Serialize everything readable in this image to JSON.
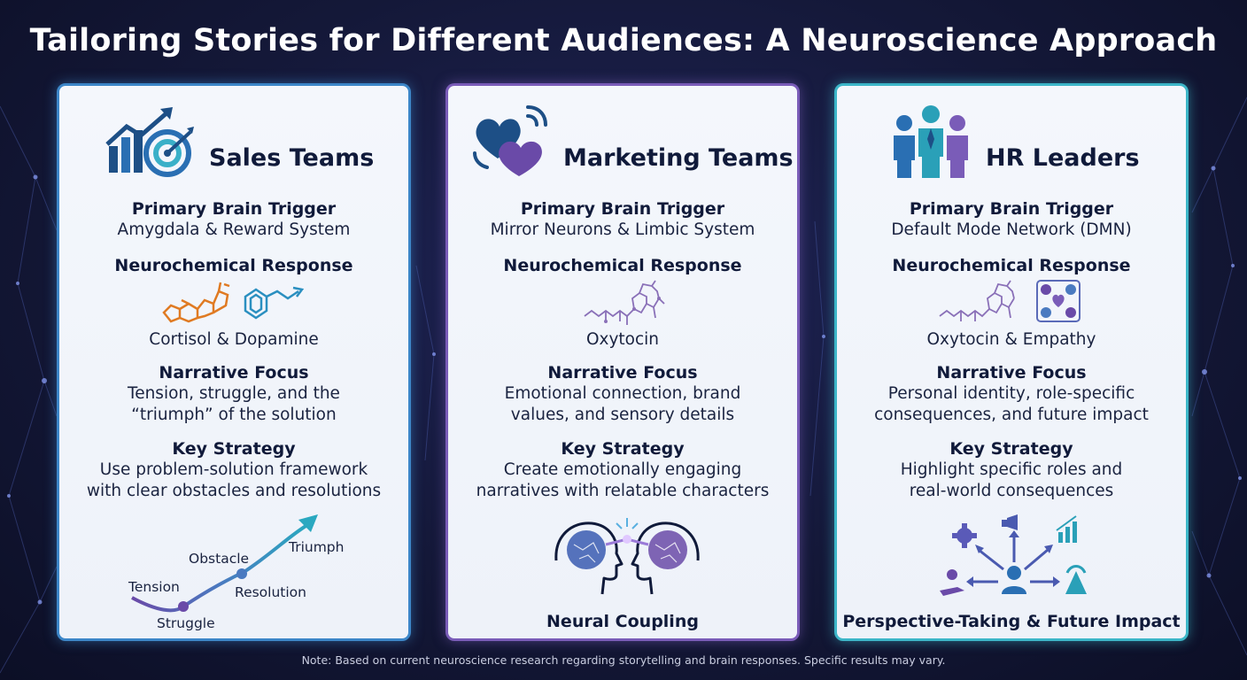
{
  "title": "Tailoring Stories for Different Audiences: A Neuroscience Approach",
  "note": "Note: Based on current neuroscience research regarding storytelling and brain responses. Specific results may vary.",
  "colors": {
    "sales_border": "#3c86c8",
    "marketing_border": "#7a5cb8",
    "hr_border": "#3cb6c8",
    "background": "#141838"
  },
  "cards": {
    "sales": {
      "title": "Sales Teams",
      "icon": "growth-chart-target-icon",
      "trigger_head": "Primary Brain Trigger",
      "trigger_body": "Amygdala & Reward System",
      "neuro_head": "Neurochemical Response",
      "neuro_body": "Cortisol & Dopamine",
      "focus_head": "Narrative Focus",
      "focus_line1": "Tension, struggle, and the",
      "focus_line2": "“triumph” of the solution",
      "strategy_head": "Key Strategy",
      "strategy_line1": "Use problem-solution framework",
      "strategy_line2": "with clear obstacles and resolutions",
      "curve": {
        "tension": "Tension",
        "struggle": "Struggle",
        "obstacle": "Obstacle",
        "resolution": "Resolution",
        "triumph": "Triumph"
      }
    },
    "marketing": {
      "title": "Marketing Teams",
      "icon": "hearts-waves-icon",
      "trigger_head": "Primary Brain Trigger",
      "trigger_body": "Mirror Neurons & Limbic System",
      "neuro_head": "Neurochemical Response",
      "neuro_body": "Oxytocin",
      "focus_head": "Narrative Focus",
      "focus_line1": "Emotional connection, brand",
      "focus_line2": "values, and sensory details",
      "strategy_head": "Key Strategy",
      "strategy_line1": "Create emotionally engaging",
      "strategy_line2": "narratives with relatable characters",
      "footer": "Neural Coupling"
    },
    "hr": {
      "title": "HR Leaders",
      "icon": "people-group-icon",
      "trigger_head": "Primary Brain Trigger",
      "trigger_body": "Default Mode Network (DMN)",
      "neuro_head": "Neurochemical Response",
      "neuro_body": "Oxytocin & Empathy",
      "focus_head": "Narrative Focus",
      "focus_line1": "Personal identity, role-specific",
      "focus_line2": "consequences, and future impact",
      "strategy_head": "Key Strategy",
      "strategy_line1": "Highlight specific roles and",
      "strategy_line2": "real-world consequences",
      "footer": "Perspective-Taking & Future Impact"
    }
  }
}
